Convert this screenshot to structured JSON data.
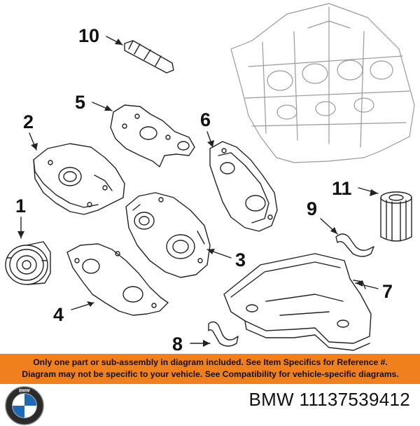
{
  "callouts": {
    "c1": "1",
    "c2": "2",
    "c3": "3",
    "c4": "4",
    "c5": "5",
    "c6": "6",
    "c7": "7",
    "c8": "8",
    "c9": "9",
    "c10": "10",
    "c11": "11"
  },
  "notice": {
    "line1": "Only one part or sub-assembly in diagram included. See Item Specifics for Reference #.",
    "line2": "Diagram may not be specific to your vehicle. See Compatibility for vehicle-specific diagrams."
  },
  "colors": {
    "banner": "#f07f1e",
    "logo_blue": "#1c69b8",
    "ink": "#111111"
  },
  "logo": {
    "icon": "bmw-roundel-icon",
    "text": "BMW"
  },
  "part": {
    "brand": "BMW",
    "number": "11137539412"
  }
}
